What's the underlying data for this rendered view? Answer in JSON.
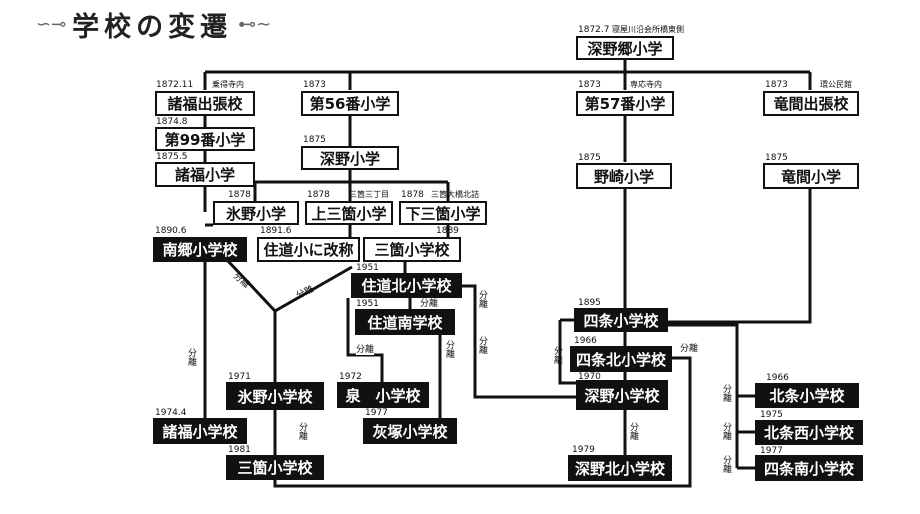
{
  "title": {
    "text": "学校の変遷"
  },
  "schools": [
    {
      "id": "fukano_go",
      "name": "深野郷小学",
      "year": "1872.7",
      "place": "寝屋川沿会所橋東側",
      "dark": false
    },
    {
      "id": "shoufuku_dencho",
      "name": "諸福出張校",
      "year": "1872.11",
      "place": "乗得寺内",
      "dark": false
    },
    {
      "id": "no56",
      "name": "第56番小学",
      "year": "1873",
      "place": "",
      "dark": false
    },
    {
      "id": "no57",
      "name": "第57番小学",
      "year": "1873",
      "place": "専応寺内",
      "dark": false
    },
    {
      "id": "tatsuma_dencho",
      "name": "竜間出張校",
      "year": "1873",
      "place": "環公民館",
      "dark": false
    },
    {
      "id": "no99",
      "name": "第99番小学",
      "year": "1874.8",
      "place": "",
      "dark": false
    },
    {
      "id": "fukano",
      "name": "深野小学",
      "year": "1875",
      "place": "",
      "dark": false
    },
    {
      "id": "nozaki",
      "name": "野崎小学",
      "year": "1875",
      "place": "",
      "dark": false
    },
    {
      "id": "tatsuma",
      "name": "竜間小学",
      "year": "1875",
      "place": "",
      "dark": false
    },
    {
      "id": "shoufuku",
      "name": "諸福小学",
      "year": "1875.5",
      "place": "",
      "dark": false
    },
    {
      "id": "hino",
      "name": "氷野小学",
      "year": "1878",
      "place": "",
      "dark": false
    },
    {
      "id": "kami_sanka",
      "name": "上三箇小学",
      "year": "1878",
      "place": "三箇三丁目",
      "dark": false
    },
    {
      "id": "shimo_sanka",
      "name": "下三箇小学",
      "year": "1878",
      "place": "三箇大橋北詰",
      "dark": false
    },
    {
      "id": "nango",
      "name": "南郷小学校",
      "year": "1890.6",
      "place": "",
      "dark": true
    },
    {
      "id": "sumimichi_rename",
      "name": "住道小に改称",
      "year": "1891.6",
      "place": "",
      "dark": false
    },
    {
      "id": "sanka",
      "name": "三箇小学校",
      "year": "1889",
      "place": "",
      "dark": false
    },
    {
      "id": "sumimichi_kita",
      "name": "住道北小学校",
      "year": "1951",
      "place": "",
      "dark": true
    },
    {
      "id": "sumimichi_minami",
      "name": "住道南学校",
      "year": "1951",
      "place": "",
      "dark": true
    },
    {
      "id": "shijo",
      "name": "四条小学校",
      "year": "1895",
      "place": "",
      "dark": true
    },
    {
      "id": "shijo_kita",
      "name": "四条北小学校",
      "year": "1966",
      "place": "",
      "dark": true
    },
    {
      "id": "fukano_sch",
      "name": "深野小学校",
      "year": "1970",
      "place": "",
      "dark": true
    },
    {
      "id": "fukano_kita",
      "name": "深野北小学校",
      "year": "1979",
      "place": "",
      "dark": true
    },
    {
      "id": "hokujo",
      "name": "北条小学校",
      "year": "1966",
      "place": "",
      "dark": true
    },
    {
      "id": "hokujo_nishi",
      "name": "北条西小学校",
      "year": "1975",
      "place": "",
      "dark": true
    },
    {
      "id": "shijo_minami",
      "name": "四条南小学校",
      "year": "1977",
      "place": "",
      "dark": true
    },
    {
      "id": "hino_sch",
      "name": "氷野小学校",
      "year": "1971",
      "place": "",
      "dark": true
    },
    {
      "id": "izumi",
      "name": "泉　小学校",
      "year": "1972",
      "place": "",
      "dark": true
    },
    {
      "id": "haizuka",
      "name": "灰塚小学校",
      "year": "1977",
      "place": "",
      "dark": true
    },
    {
      "id": "shoufuku_sch",
      "name": "諸福小学校",
      "year": "1974.4",
      "place": "",
      "dark": true
    },
    {
      "id": "sanka_sch",
      "name": "三箇小学校",
      "year": "1981",
      "place": "",
      "dark": true
    }
  ],
  "branch_label": "分離"
}
